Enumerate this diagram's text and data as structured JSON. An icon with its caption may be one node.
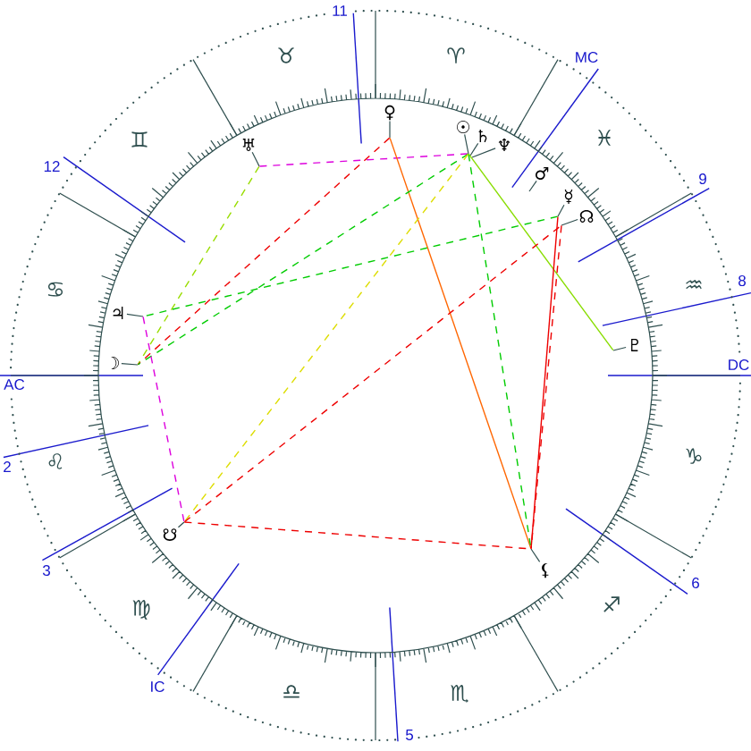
{
  "diagram": {
    "nodes": [
      {
        "text": [
          "♀"
        ]
      },
      {
        "text": [
          "☉"
        ]
      },
      {
        "text": [
          "♄"
        ]
      },
      {
        "text": [
          "♅"
        ]
      },
      {
        "text": [
          "♆"
        ]
      },
      {
        "text": [
          "♂"
        ]
      },
      {
        "text": [
          "☿"
        ]
      },
      {
        "text": [
          "☊"
        ]
      },
      {
        "text": [
          "♃"
        ]
      },
      {
        "text": [
          "♇"
        ]
      },
      {
        "text": [
          "☽"
        ]
      },
      {
        "text": [
          "☋"
        ]
      },
      {
        "text": [
          "⚸"
        ]
      }
    ],
    "edges": [
      {
        "from": 3,
        "to": 1,
        "arrow": "none",
        "style": "dashed",
        "color": "#dd00dd"
      },
      {
        "from": 3,
        "to": 10,
        "arrow": "none",
        "style": "dashed",
        "color": "#99dd00"
      },
      {
        "from": 0,
        "to": 12,
        "arrow": "none",
        "color": "#ff6600"
      },
      {
        "from": 0,
        "to": 10,
        "arrow": "none",
        "style": "dashed"
      },
      {
        "from": 1,
        "to": 9,
        "arrow": "none",
        "color": "#88dd00"
      },
      {
        "from": 1,
        "to": 12,
        "arrow": "none",
        "style": "dashed",
        "color": "#00cc00"
      },
      {
        "from": 1,
        "to": 10,
        "arrow": "none",
        "style": "dashed",
        "color": "#00cc00"
      },
      {
        "from": 1,
        "to": 11,
        "arrow": "none",
        "style": "dashed",
        "color": "#dddd00"
      },
      {
        "from": 6,
        "to": 12,
        "arrow": "none"
      },
      {
        "from": 7,
        "to": 12,
        "arrow": "none",
        "style": "dashed"
      },
      {
        "from": 6,
        "to": 8,
        "arrow": "none",
        "style": "dashed",
        "color": "#00cc00"
      },
      {
        "from": 11,
        "to": 7,
        "arrow": "none",
        "style": "dashed"
      },
      {
        "from": 11,
        "to": 12,
        "arrow": "none",
        "style": "dashed"
      },
      {
        "from": 8,
        "to": 11,
        "arrow": "none",
        "style": "dashed",
        "color": "#dd00dd"
      }
    ],
    "labels": [
      "11",
      "♉",
      "♈",
      "MC",
      "♊",
      "♓",
      "12",
      "9",
      "♋",
      "♒",
      "8",
      "DC",
      "AC",
      "2",
      "♌",
      "♑",
      "3",
      "6",
      "♍",
      "♐",
      "IC",
      "♎",
      "♏",
      "5"
    ]
  }
}
